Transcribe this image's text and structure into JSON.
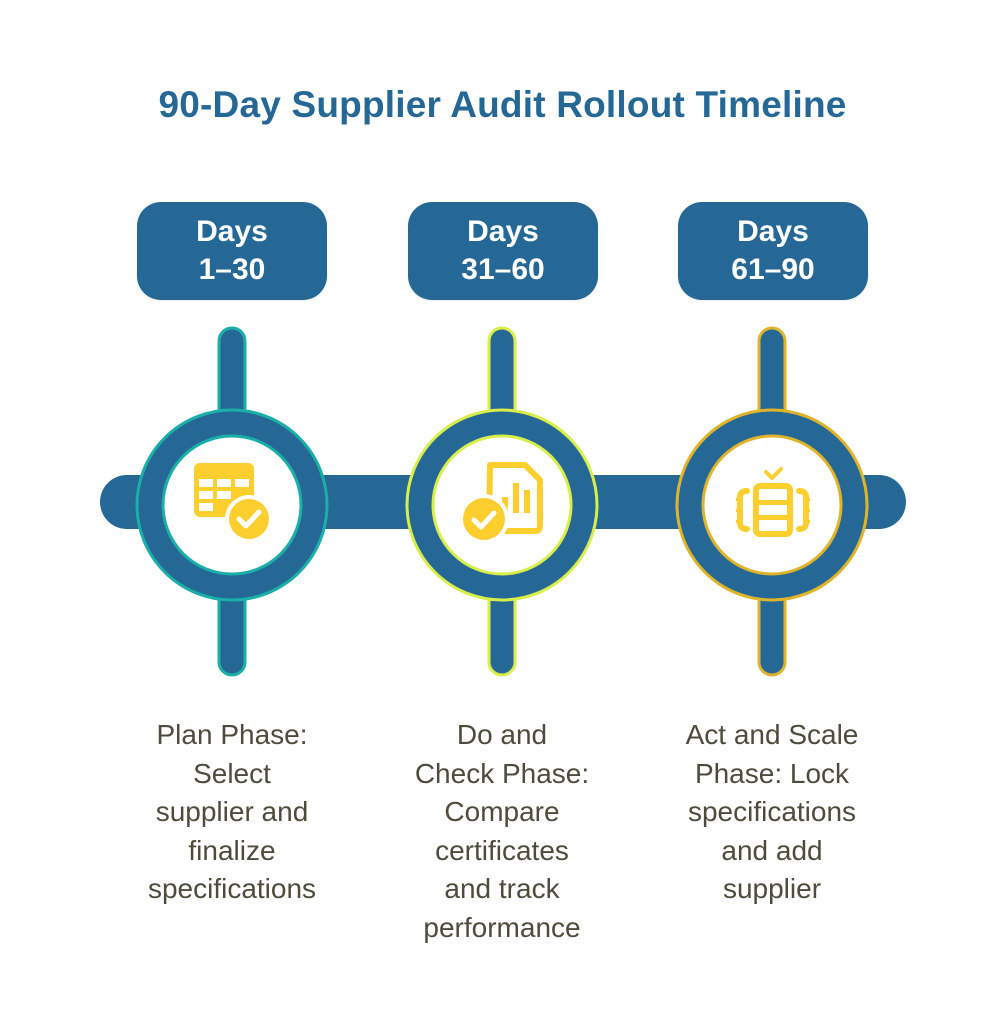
{
  "title": "90-Day Supplier Audit Rollout Timeline",
  "colors": {
    "primary": "#266895",
    "icon": "#FCCF2E",
    "text": "#4F4B3C",
    "phase1_accent": "#1AAFA8",
    "phase2_accent": "#D9EE4A",
    "phase3_accent": "#E0B42A"
  },
  "phases": [
    {
      "badge_line1": "Days",
      "badge_line2": "1–30",
      "icon": "spreadsheet-check-icon",
      "accent": "#1AAFA8",
      "description": "Plan Phase: Select supplier and finalize specifications",
      "description_lines": [
        "Plan Phase:",
        "Select",
        "supplier and",
        "finalize",
        "specifications"
      ]
    },
    {
      "badge_line1": "Days",
      "badge_line2": "31–60",
      "icon": "report-chart-check-icon",
      "accent": "#D9EE4A",
      "description": "Do and Check Phase: Compare certificates and track performance",
      "description_lines": [
        "Do and",
        "Check Phase:",
        "Compare",
        "certificates",
        "and track",
        "performance"
      ]
    },
    {
      "badge_line1": "Days",
      "badge_line2": "61–90",
      "icon": "checklist-clipboard-icon",
      "accent": "#E0B42A",
      "description": "Act and Scale Phase: Lock specifications and add supplier",
      "description_lines": [
        "Act and Scale",
        "Phase: Lock",
        "specifications",
        "and add",
        "supplier"
      ]
    }
  ]
}
